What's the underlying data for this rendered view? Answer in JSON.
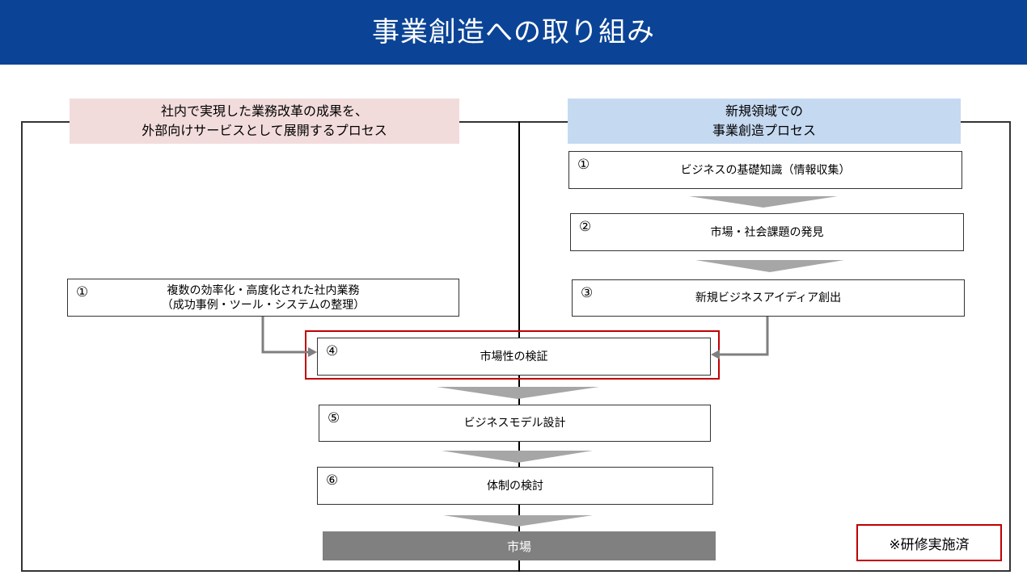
{
  "header": {
    "title": "事業創造への取り組み"
  },
  "left_section": {
    "title_line1": "社内で実現した業務改革の成果を、",
    "title_line2": "外部向けサービスとして展開するプロセス",
    "step": {
      "num": "①",
      "line1": "複数の効率化・高度化された社内業務",
      "line2": "（成功事例・ツール・システムの整理）"
    }
  },
  "right_section": {
    "title_line1": "新規領域での",
    "title_line2": "事業創造プロセス",
    "steps": [
      {
        "num": "①",
        "label": "ビジネスの基礎知識（情報収集）"
      },
      {
        "num": "②",
        "label": "市場・社会課題の発見"
      },
      {
        "num": "③",
        "label": "新規ビジネスアイディア創出"
      }
    ]
  },
  "common_steps": [
    {
      "num": "④",
      "label": "市場性の検証"
    },
    {
      "num": "⑤",
      "label": "ビジネスモデル設計"
    },
    {
      "num": "⑥",
      "label": "体制の検討"
    }
  ],
  "market": {
    "label": "市場"
  },
  "note": {
    "label": "※研修実施済"
  },
  "colors": {
    "header_bg": "#0b4496",
    "left_header_bg": "#f2dcdb",
    "right_header_bg": "#c5d9f1",
    "highlight": "#c00000",
    "arrow": "#a6a6a6",
    "market_bg": "#808080"
  }
}
